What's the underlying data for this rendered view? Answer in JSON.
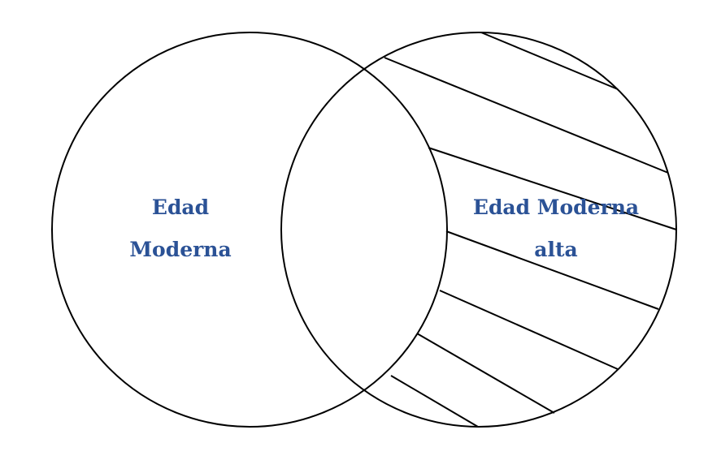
{
  "diagram": {
    "type": "venn",
    "sets": [
      {
        "label_lines": [
          "Edad",
          "Moderna"
        ],
        "hatched": false
      },
      {
        "label_lines": [
          "Edad Moderna",
          "alta"
        ],
        "hatched": true
      }
    ],
    "label_color": "#2b5296",
    "stroke_color": "#000000"
  }
}
